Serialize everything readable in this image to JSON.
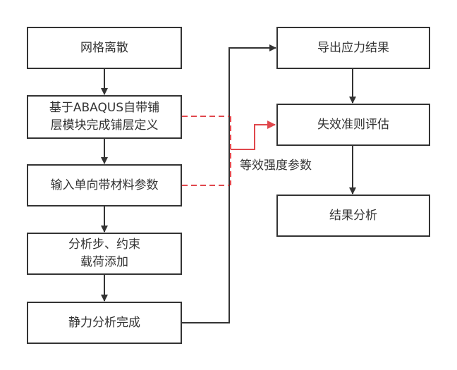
{
  "colors": {
    "line": "#333333",
    "accent": "#e0474c",
    "background": "#ffffff"
  },
  "left_column": [
    {
      "id": "mesh",
      "label": "网格离散"
    },
    {
      "id": "layup",
      "label": "基于ABAQUS自带铺层模块完成铺层定义",
      "lines": [
        "基于ABAQUS自带铺",
        "层模块完成铺层定义"
      ]
    },
    {
      "id": "material",
      "label": "输入单向带材料参数"
    },
    {
      "id": "steps",
      "label": "分析步、约束载荷添加",
      "lines": [
        "分析步、约束",
        "载荷添加"
      ]
    },
    {
      "id": "static",
      "label": "静力分析完成"
    }
  ],
  "right_column": [
    {
      "id": "export",
      "label": "导出应力结果"
    },
    {
      "id": "failure",
      "label": "失效准则评估"
    },
    {
      "id": "result",
      "label": "结果分析"
    }
  ],
  "connector_label": "等效强度参数"
}
